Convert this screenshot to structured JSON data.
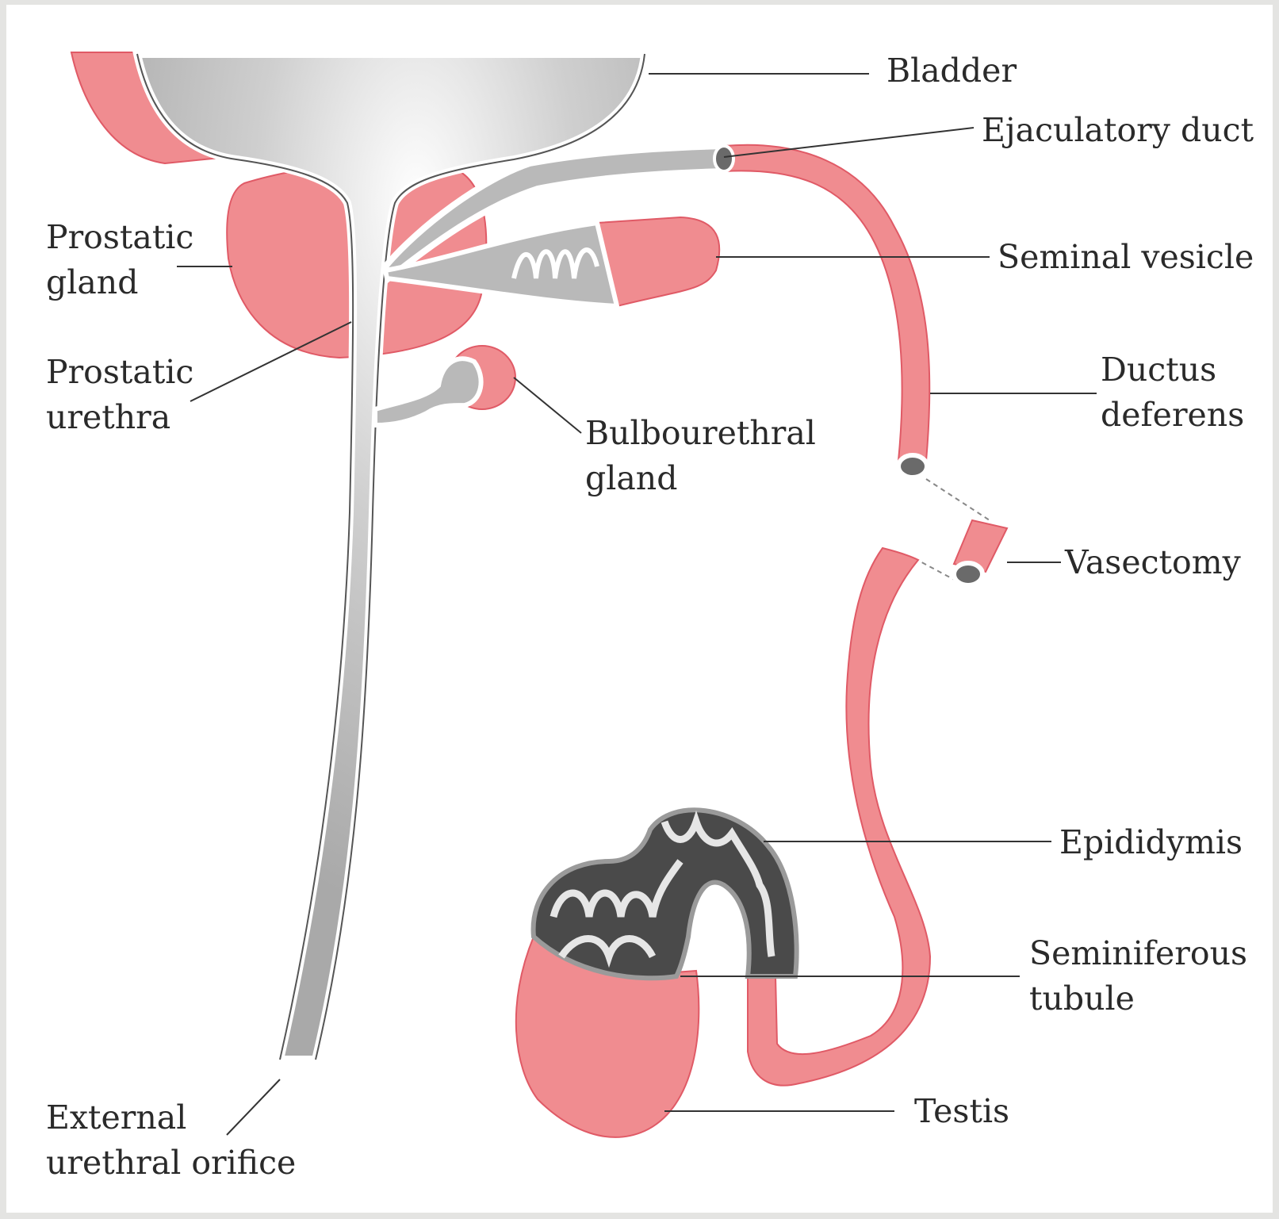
{
  "colors": {
    "tissue": "#f08c90",
    "tissue_dark": "#e05a66",
    "tissue_light": "#fbd2d3",
    "lumen": "#b9b9b9",
    "lumen_dark": "#6a6a6a",
    "lumen_light": "#e6e6e6",
    "leader": "#333333"
  },
  "labels": {
    "bladder": [
      "Bladder"
    ],
    "ejaculatory_duct": [
      "Ejaculatory duct"
    ],
    "seminal_vesicle": [
      "Seminal vesicle"
    ],
    "prostatic_gland": [
      "Prostatic",
      "gland"
    ],
    "prostatic_urethra": [
      "Prostatic",
      "urethra"
    ],
    "bulbourethral_gland": [
      "Bulbourethral",
      "gland"
    ],
    "ductus_deferens": [
      "Ductus",
      "deferens"
    ],
    "vasectomy": [
      "Vasectomy"
    ],
    "epididymis": [
      "Epididymis"
    ],
    "seminiferous_tubule": [
      "Seminiferous",
      "tubule"
    ],
    "testis": [
      "Testis"
    ],
    "external_urethral_orifice": [
      "External",
      "urethral orifice"
    ]
  }
}
